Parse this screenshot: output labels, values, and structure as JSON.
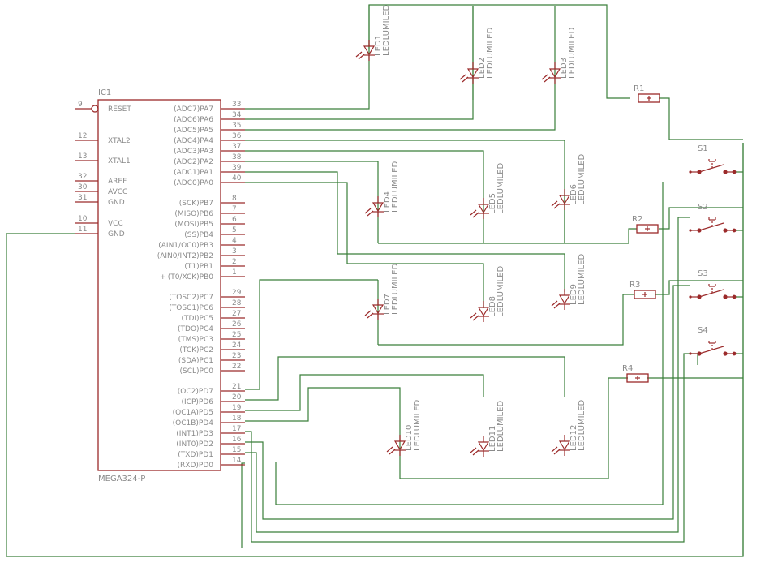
{
  "ic": {
    "name": "IC1",
    "value": "MEGA324-P",
    "left_pins": [
      {
        "num": "9",
        "name": "RESET"
      },
      {
        "num": "12",
        "name": "XTAL2"
      },
      {
        "num": "13",
        "name": "XTAL1"
      },
      {
        "num": "32",
        "name": "AREF"
      },
      {
        "num": "30",
        "name": "AVCC"
      },
      {
        "num": "31",
        "name": "GND"
      },
      {
        "num": "10",
        "name": "VCC"
      },
      {
        "num": "11",
        "name": "GND"
      }
    ],
    "right_pins": [
      {
        "num": "33",
        "name": "(ADC7)PA7"
      },
      {
        "num": "34",
        "name": "(ADC6)PA6"
      },
      {
        "num": "35",
        "name": "(ADC5)PA5"
      },
      {
        "num": "36",
        "name": "(ADC4)PA4"
      },
      {
        "num": "37",
        "name": "(ADC3)PA3"
      },
      {
        "num": "38",
        "name": "(ADC2)PA2"
      },
      {
        "num": "39",
        "name": "(ADC1)PA1"
      },
      {
        "num": "40",
        "name": "(ADC0)PA0"
      },
      {
        "num": "8",
        "name": "(SCK)PB7"
      },
      {
        "num": "7",
        "name": "(MISO)PB6"
      },
      {
        "num": "6",
        "name": "(MOSI)PB5"
      },
      {
        "num": "5",
        "name": "(SS)PB4"
      },
      {
        "num": "4",
        "name": "(AIN1/OC0)PB3"
      },
      {
        "num": "3",
        "name": "(AIN0/INT2)PB2"
      },
      {
        "num": "2",
        "name": "(T1)PB1"
      },
      {
        "num": "1",
        "name": "(T0/XCK)PB0"
      },
      {
        "num": "29",
        "name": "(TOSC2)PC7"
      },
      {
        "num": "28",
        "name": "(TOSC1)PC6"
      },
      {
        "num": "27",
        "name": "(TDI)PC5"
      },
      {
        "num": "26",
        "name": "(TDO)PC4"
      },
      {
        "num": "25",
        "name": "(TMS)PC3"
      },
      {
        "num": "24",
        "name": "(TCK)PC2"
      },
      {
        "num": "23",
        "name": "(SDA)PC1"
      },
      {
        "num": "22",
        "name": "(SCL)PC0"
      },
      {
        "num": "21",
        "name": "(OC2)PD7"
      },
      {
        "num": "20",
        "name": "(ICP)PD6"
      },
      {
        "num": "19",
        "name": "(OC1A)PD5"
      },
      {
        "num": "18",
        "name": "(OC1B)PD4"
      },
      {
        "num": "17",
        "name": "(INT1)PD3"
      },
      {
        "num": "16",
        "name": "(INT0)PD2"
      },
      {
        "num": "15",
        "name": "(TXD)PD1"
      },
      {
        "num": "14",
        "name": "(RXD)PD0"
      }
    ]
  },
  "leds": [
    {
      "label": "LED1",
      "value": "LEDLUMILED"
    },
    {
      "label": "LED2",
      "value": "LEDLUMILED"
    },
    {
      "label": "LED3",
      "value": "LEDLUMILED"
    },
    {
      "label": "LED4",
      "value": "LEDLUMILED"
    },
    {
      "label": "LED5",
      "value": "LEDLUMILED"
    },
    {
      "label": "LED6",
      "value": "LEDLUMILED"
    },
    {
      "label": "LED7",
      "value": "LEDLUMILED"
    },
    {
      "label": "LED8",
      "value": "LEDLUMILED"
    },
    {
      "label": "LED9",
      "value": "LEDLUMILED"
    },
    {
      "label": "LED10",
      "value": "LEDLUMILED"
    },
    {
      "label": "LED11",
      "value": "LEDLUMILED"
    },
    {
      "label": "LED12",
      "value": "LEDLUMILED"
    }
  ],
  "resistors": [
    {
      "label": "R1"
    },
    {
      "label": "R2"
    },
    {
      "label": "R3"
    },
    {
      "label": "R4"
    }
  ],
  "switches": [
    {
      "label": "S1"
    },
    {
      "label": "S2"
    },
    {
      "label": "S3"
    },
    {
      "label": "S4"
    }
  ],
  "colors": {
    "wire": "#3a7f3a",
    "component": "#9b2a2a",
    "label": "#8a8a8a"
  }
}
